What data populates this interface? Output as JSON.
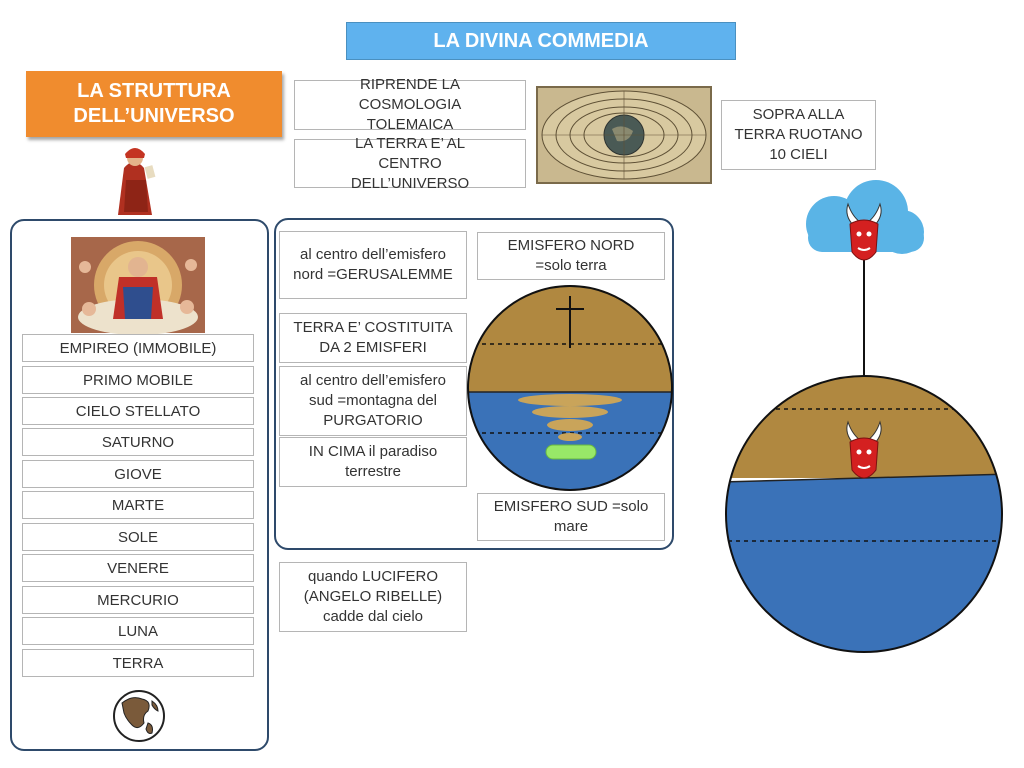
{
  "header": {
    "title": "LA DIVINA COMMEDIA"
  },
  "section": {
    "title": "LA STRUTTURA DELL’UNIVERSO"
  },
  "cosmology": {
    "ptolemaic": "RIPRENDE LA COSMOLOGIA TOLEMAICA",
    "earth_center": "LA TERRA E’ AL CENTRO DELL’UNIVERSO",
    "ten_heavens": "SOPRA ALLA TERRA RUOTANO 10 CIELI"
  },
  "heavens": [
    "EMPIREO (IMMOBILE)",
    "PRIMO MOBILE",
    "CIELO STELLATO",
    "SATURNO",
    "GIOVE",
    "MARTE",
    "SOLE",
    "VENERE",
    "MERCURIO",
    "LUNA",
    "TERRA"
  ],
  "hemispheres": {
    "north_center": "al centro dell’emisfero nord =GERUSALEMME",
    "north": "EMISFERO NORD =solo terra",
    "two_hemispheres": "TERRA E’ COSTITUITA DA 2 EMISFERI",
    "south_center": "al centro dell’emisfero sud =montagna del PURGATORIO",
    "summit": "IN CIMA il paradiso terrestre",
    "south": "EMISFERO SUD =solo mare"
  },
  "lucifer": {
    "fall": "quando LUCIFERO (ANGELO RIBELLE) cadde dal cielo"
  },
  "colors": {
    "title_blue": "#5fb2ee",
    "orange": "#f08c2e",
    "earth_brown": "#b08840",
    "sea_blue": "#3a72b8",
    "panel_border": "#2e4a6b",
    "cloud": "#5ab4e6",
    "devil_red": "#d42020"
  }
}
